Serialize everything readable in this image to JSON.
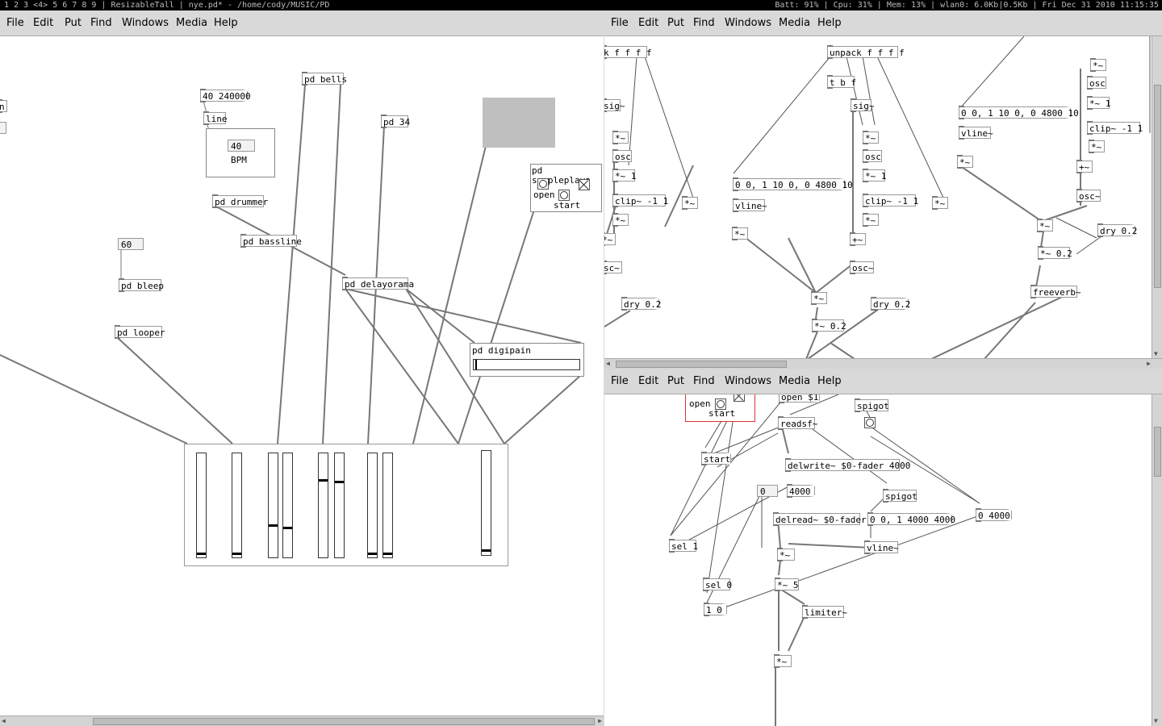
{
  "statusbar": {
    "left": "1 2 3 <4> 5 6 7 8 9 | ResizableTall | nye.pd* - /home/cody/MUSIC/PD",
    "right": "Batt: 91% | Cpu: 31% | Mem: 13% | wlan0: 6.0Kb|0.5Kb | Fri Dec 31 2010 11:15:35"
  },
  "menu": [
    "File",
    "Edit",
    "Put",
    "Find",
    "Windows",
    "Media",
    "Help"
  ],
  "win1": {
    "objects": {
      "n_frag": "n",
      "msg_line_args": "40 240000",
      "line": "line",
      "bpm_value": "40",
      "bpm_label": "BPM",
      "pd_bells": "pd bells",
      "pd_34": "pd 34",
      "pd_drummer": "pd drummer",
      "pd_bassline": "pd bassline",
      "num_60": "60",
      "pd_bleep": "pd bleep",
      "pd_delayorama": "pd delayorama",
      "pd_looper": "pd looper",
      "pd_sampleplaya": "pd sampleplaya",
      "open": "open",
      "start": "start",
      "pd_digipain": "pd digipain"
    },
    "sliders": [
      0.02,
      0.02,
      0.3,
      0.28,
      0.75,
      0.73,
      0.02,
      0.02,
      0.03
    ]
  },
  "win2": {
    "objects": {
      "k_frag": "k f f f f",
      "unpack": "unpack f f f f",
      "t_b_f": "t b f",
      "sig1": "sig~",
      "sig2": "sig~",
      "mul1": "*~",
      "osc1": "osc",
      "mul1b": "*~ 1",
      "clip1": "clip~ -1 1",
      "mul1c": "*~",
      "mul1d": "*~",
      "mul1e": "*~",
      "osc_frag": "sc~",
      "msg_env1": "0 0, 1 10 0, 0 4800 10",
      "vline1": "vline~",
      "mul_v1": "*~",
      "mul2": "*~",
      "osc2": "osc",
      "mul2b": "*~ 1",
      "clip2": "clip~ -1 1",
      "mul2c": "*~",
      "mul2d": "*~",
      "plus1": "+~",
      "osc_tilde1": "osc~",
      "mulmix": "*~",
      "dry1": "dry 0.2",
      "dry2": "dry 0.2",
      "mul02": "*~ 0.2",
      "msg_env2": "0 0, 1 10 0, 0 4800 10",
      "vline2": "vline~",
      "mul_v2": "*~",
      "mul3": "*~",
      "osc3": "osc",
      "mul3b": "*~ 1",
      "clip3": "clip~ -1 1",
      "mul3c": "*~",
      "plus2": "+~",
      "osc_tilde2": "osc~",
      "mulr": "*~",
      "mulr02": "*~ 0.2",
      "dry3": "dry 0.2",
      "freeverb": "freeverb~"
    }
  },
  "win3": {
    "objects": {
      "open": "open",
      "start_label": "start",
      "open_msg": "open $1",
      "spigot1": "spigot",
      "readsf": "readsf~",
      "start_msg": "start",
      "delwrite": "delwrite~ $0-fader 4000",
      "zero": "0",
      "n4000": "4000",
      "spigot2": "spigot",
      "delread": "delread~ $0-fader",
      "msg_ramp": "0 0, 1 4000 4000",
      "msg_0_4000": "0 4000",
      "sel1": "sel 1",
      "mul1": "*~",
      "vline": "vline~",
      "sel0": "sel 0",
      "mul5": "*~ 5",
      "msg_1_0": "1 0",
      "limiter": "limiter~",
      "mul2": "*~"
    }
  }
}
